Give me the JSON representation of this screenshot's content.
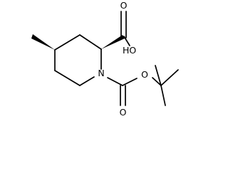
{
  "molecule": {
    "atoms": {
      "hydroxyl": "HO",
      "carboxyl_oxygen_top": "O",
      "ring_nitrogen": "N",
      "ester_oxygen": "O",
      "carbonyl_oxygen_bottom": "O"
    },
    "colors": {
      "line": "#000000",
      "background": "#ffffff"
    }
  }
}
